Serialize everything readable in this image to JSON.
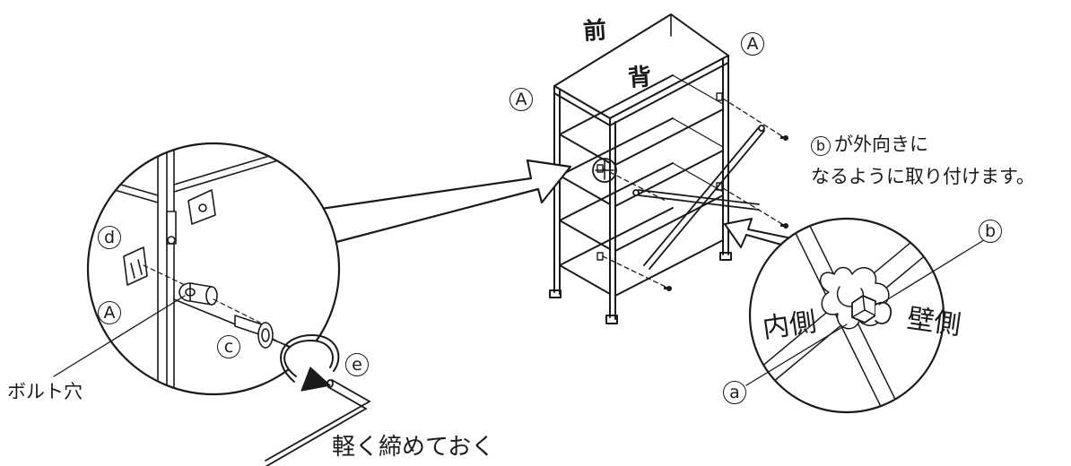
{
  "labels": {
    "front": "前",
    "back": "背",
    "a_left": "A",
    "a_right": "A",
    "a_detail": "A",
    "d": "d",
    "c": "c",
    "e": "e",
    "b": "b",
    "a": "a",
    "bolt_hole": "ボルト穴",
    "note_b_mark": "b",
    "note_line1": "が外向きに",
    "note_line2": "なるように取り付けます。",
    "tighten": "軽く締めておく",
    "inner_side": "内側",
    "wall_side": "壁側"
  },
  "colors": {
    "ink": "#1a1a1a",
    "paper": "#ffffff"
  }
}
